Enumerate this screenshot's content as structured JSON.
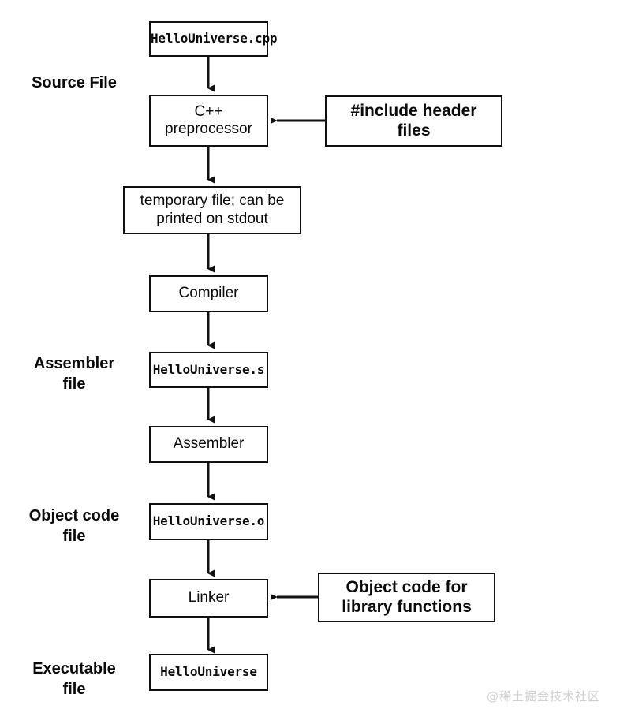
{
  "diagram": {
    "title": "C++ compilation pipeline",
    "stroke_color": "#111111",
    "background_color": "#ffffff",
    "watermark": "@稀土掘金技术社区"
  },
  "side_labels": [
    {
      "id": "source-file",
      "text": "Source File"
    },
    {
      "id": "assembler-file",
      "text": "Assembler\nfile"
    },
    {
      "id": "object-code-file",
      "text": "Object code\nfile"
    },
    {
      "id": "executable-file",
      "text": "Executable\nfile"
    }
  ],
  "nodes": [
    {
      "id": "hellouniverse-cpp",
      "text": "HelloUniverse.cpp",
      "style": "mono"
    },
    {
      "id": "cpp-preprocessor",
      "text": "C++\npreprocessor",
      "style": "plain"
    },
    {
      "id": "include-header-files",
      "text": "#include header\nfiles",
      "style": "strong"
    },
    {
      "id": "temporary-file",
      "text": "temporary file; can be\nprinted on stdout",
      "style": "plain"
    },
    {
      "id": "compiler",
      "text": "Compiler",
      "style": "plain"
    },
    {
      "id": "hellouniverse-s",
      "text": "HelloUniverse.s",
      "style": "mono"
    },
    {
      "id": "assembler",
      "text": "Assembler",
      "style": "plain"
    },
    {
      "id": "hellouniverse-o",
      "text": "HelloUniverse.o",
      "style": "mono"
    },
    {
      "id": "linker",
      "text": "Linker",
      "style": "plain"
    },
    {
      "id": "object-code-library",
      "text": "Object code for\nlibrary functions",
      "style": "strong"
    },
    {
      "id": "hellouniverse-exe",
      "text": "HelloUniverse",
      "style": "mono"
    }
  ],
  "edges": [
    {
      "from": "hellouniverse-cpp",
      "to": "cpp-preprocessor",
      "direction": "down"
    },
    {
      "from": "cpp-preprocessor",
      "to": "temporary-file",
      "direction": "down"
    },
    {
      "from": "include-header-files",
      "to": "cpp-preprocessor",
      "direction": "left"
    },
    {
      "from": "temporary-file",
      "to": "compiler",
      "direction": "down"
    },
    {
      "from": "compiler",
      "to": "hellouniverse-s",
      "direction": "down"
    },
    {
      "from": "hellouniverse-s",
      "to": "assembler",
      "direction": "down"
    },
    {
      "from": "assembler",
      "to": "hellouniverse-o",
      "direction": "down"
    },
    {
      "from": "hellouniverse-o",
      "to": "linker",
      "direction": "down"
    },
    {
      "from": "object-code-library",
      "to": "linker",
      "direction": "left"
    },
    {
      "from": "linker",
      "to": "hellouniverse-exe",
      "direction": "down"
    }
  ]
}
